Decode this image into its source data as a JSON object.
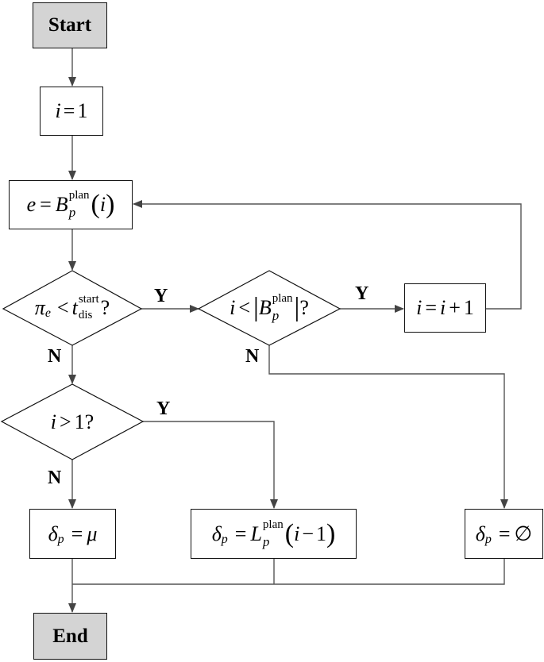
{
  "nodes": {
    "start": "Start",
    "init": {
      "var": "i",
      "op": "=",
      "val": "1"
    },
    "assign_e": {
      "var": "e",
      "op": "=",
      "base": "B",
      "sub": "p",
      "sup": "plan",
      "arg": "i"
    },
    "cond_time": {
      "base": "π",
      "sub": "e",
      "op": "<",
      "base2": "t",
      "sub2": "dis",
      "sup2": "start",
      "q": "?"
    },
    "cond_count": {
      "var": "i",
      "op": "<",
      "bar": "|",
      "base": "B",
      "sub": "p",
      "sup": "plan",
      "q": "?"
    },
    "increment": {
      "lhs": "i",
      "op": "=",
      "rhs": "i",
      "plus": "+",
      "one": "1"
    },
    "cond_gt": {
      "var": "i",
      "op": ">",
      "val": "1",
      "q": "?"
    },
    "delta_mu": {
      "lhs": "δ",
      "sub": "p",
      "op": "=",
      "rhs": "μ"
    },
    "delta_L": {
      "lhs": "δ",
      "sub": "p",
      "op": "=",
      "base": "L",
      "lsub": "p",
      "lsup": "plan",
      "arg_i": "i",
      "minus": "−",
      "one": "1"
    },
    "delta_empty": {
      "lhs": "δ",
      "sub": "p",
      "op": "=",
      "rhs": "∅"
    },
    "end": "End"
  },
  "edge_labels": {
    "time_yes": "Y",
    "time_no": "N",
    "count_yes": "Y",
    "count_no": "N",
    "gt_yes": "Y",
    "gt_no": "N"
  }
}
